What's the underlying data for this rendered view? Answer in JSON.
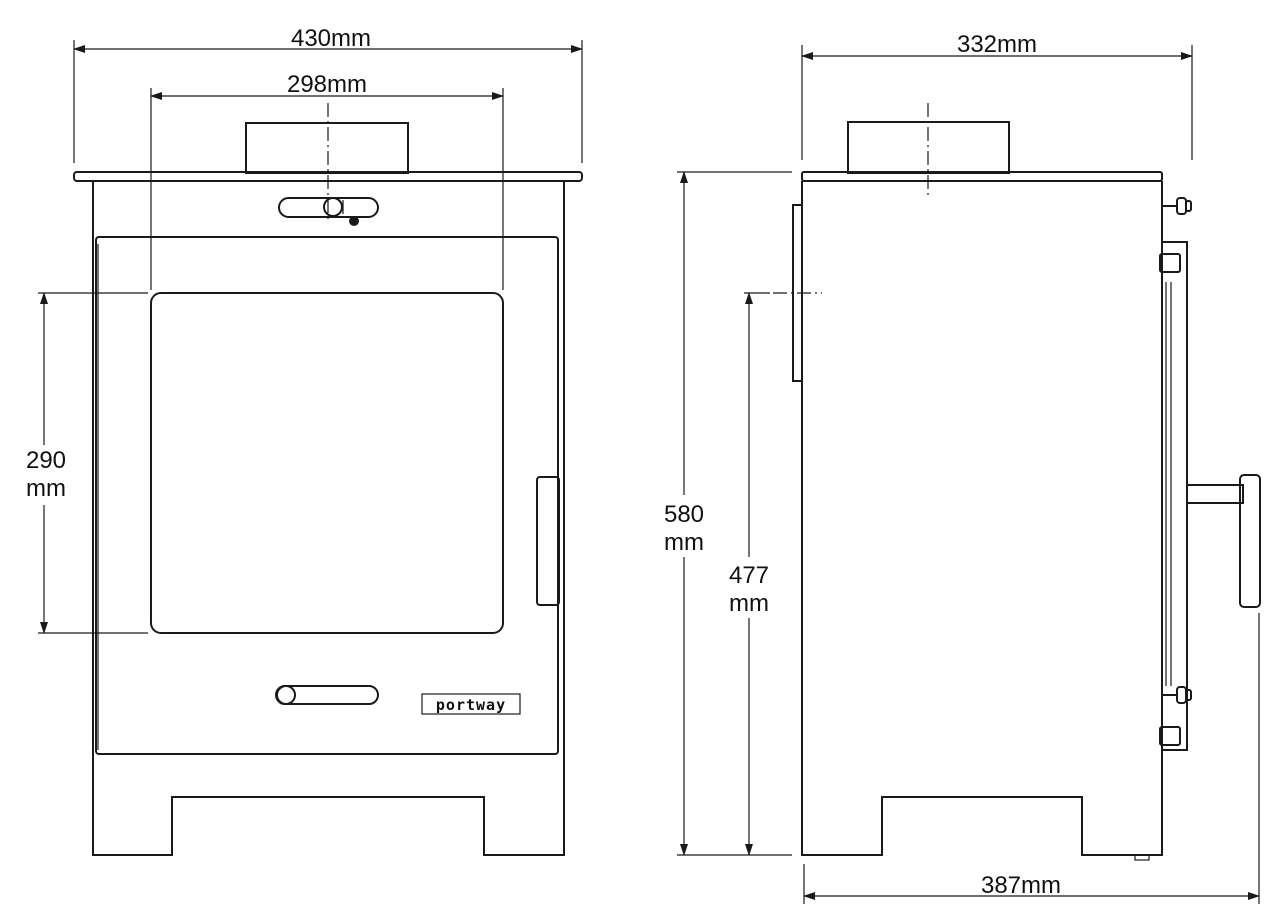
{
  "front_view": {
    "overall_width": "430mm",
    "glass_width": "298mm",
    "glass_height_value": "290",
    "glass_height_unit": "mm",
    "brand": "portway"
  },
  "side_view": {
    "depth": "332mm",
    "overall_depth": "387mm",
    "overall_height_value": "580",
    "overall_height_unit": "mm",
    "flue_height_value": "477",
    "flue_height_unit": "mm"
  },
  "colors": {
    "line": "#1a1a1a",
    "background": "#ffffff"
  }
}
